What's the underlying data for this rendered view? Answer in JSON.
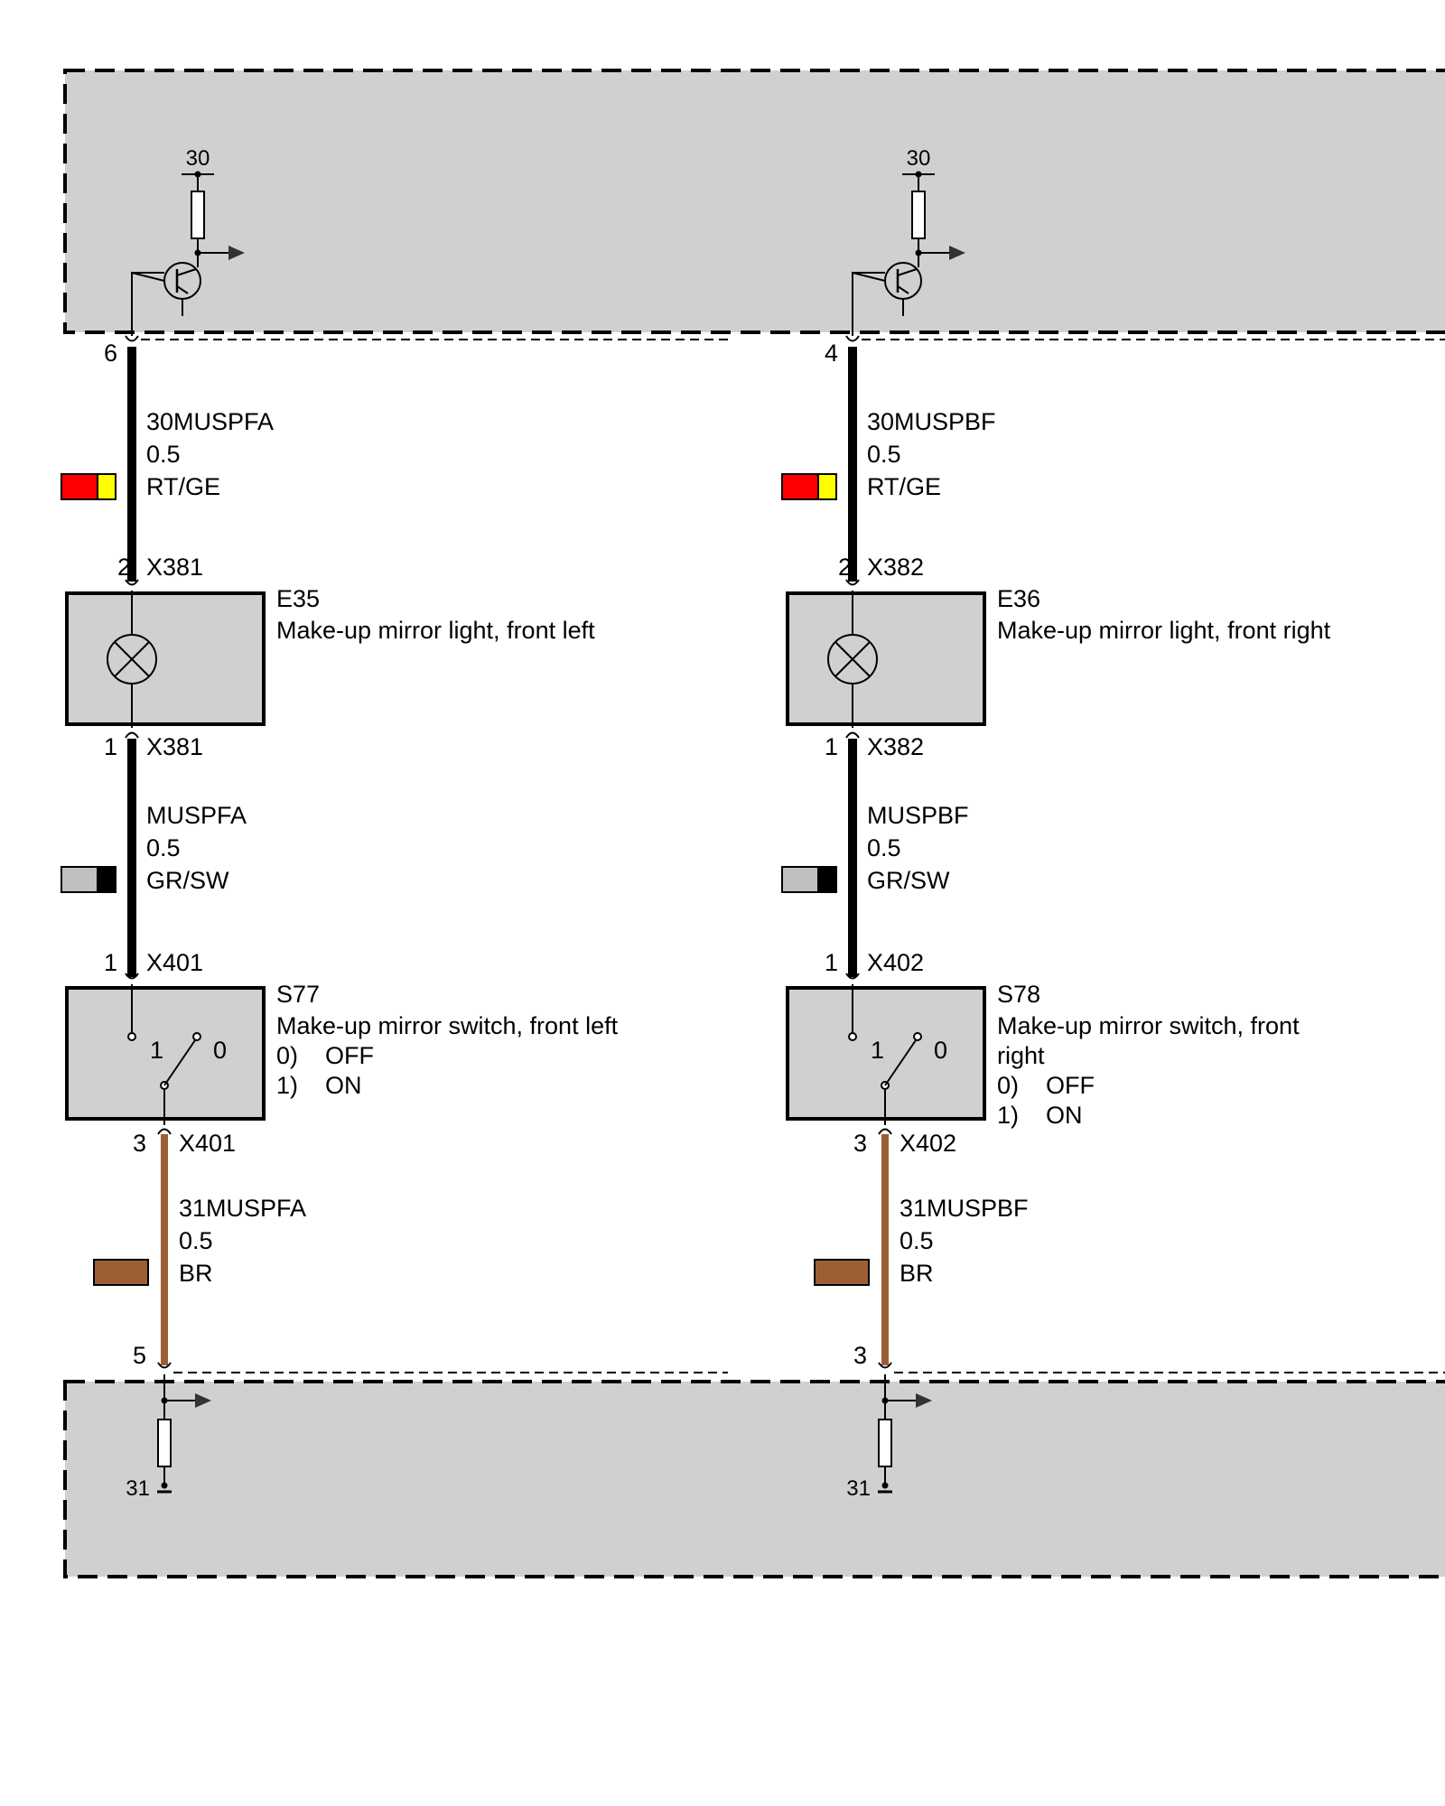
{
  "circuits": [
    {
      "id": "left",
      "supply_terminal": "30",
      "ground_terminal": "31",
      "top_pin": "6",
      "bottom_pin": "5",
      "wire1": {
        "name": "30MUSPFA",
        "size": "0.5",
        "color": "RT/GE",
        "colors": [
          "#ff0000",
          "#ffff00"
        ]
      },
      "lamp": {
        "pin_in": "2",
        "pin_out": "1",
        "connector": "X381",
        "code": "E35",
        "desc": "Make-up mirror light, front left"
      },
      "wire2": {
        "name": "MUSPFA",
        "size": "0.5",
        "color": "GR/SW",
        "colors": [
          "#c0c0c0",
          "#000000"
        ]
      },
      "switch": {
        "pin_in": "1",
        "pin_out": "3",
        "connector": "X401",
        "code": "S77",
        "desc_lines": [
          "Make-up mirror switch, front left"
        ],
        "states": [
          {
            "key": "0)",
            "value": "OFF"
          },
          {
            "key": "1)",
            "value": "ON"
          }
        ],
        "pos1": "1",
        "pos0": "0"
      },
      "wire3": {
        "name": "31MUSPFA",
        "size": "0.5",
        "color": "BR",
        "colors": [
          "#9c5f35"
        ]
      }
    },
    {
      "id": "right",
      "supply_terminal": "30",
      "ground_terminal": "31",
      "top_pin": "4",
      "bottom_pin": "3",
      "wire1": {
        "name": "30MUSPBF",
        "size": "0.5",
        "color": "RT/GE",
        "colors": [
          "#ff0000",
          "#ffff00"
        ]
      },
      "lamp": {
        "pin_in": "2",
        "pin_out": "1",
        "connector": "X382",
        "code": "E36",
        "desc": "Make-up mirror light, front right"
      },
      "wire2": {
        "name": "MUSPBF",
        "size": "0.5",
        "color": "GR/SW",
        "colors": [
          "#c0c0c0",
          "#000000"
        ]
      },
      "switch": {
        "pin_in": "1",
        "pin_out": "3",
        "connector": "X402",
        "code": "S78",
        "desc_lines": [
          "Make-up mirror switch, front",
          "right"
        ],
        "states": [
          {
            "key": "0)",
            "value": "OFF"
          },
          {
            "key": "1)",
            "value": "ON"
          }
        ],
        "pos1": "1",
        "pos0": "0"
      },
      "wire3": {
        "name": "31MUSPBF",
        "size": "0.5",
        "color": "BR",
        "colors": [
          "#9c5f35"
        ]
      }
    }
  ]
}
